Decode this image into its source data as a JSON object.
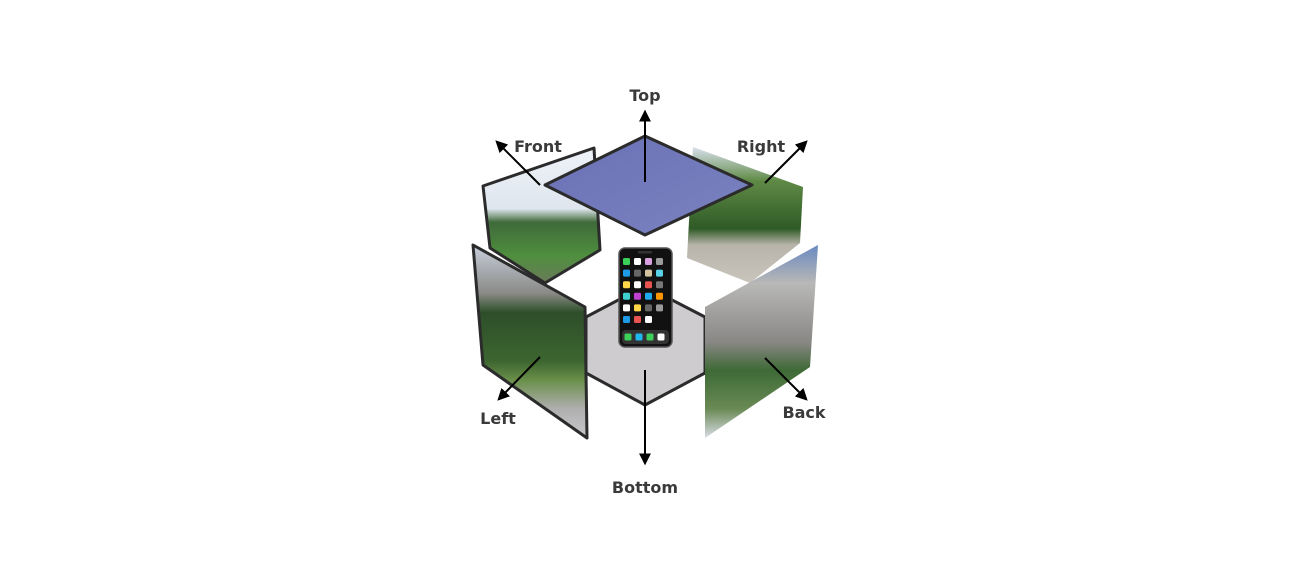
{
  "labels": {
    "top": "Top",
    "front": "Front",
    "right": "Right",
    "left": "Left",
    "back": "Back",
    "bottom": "Bottom"
  },
  "faces": {
    "top": {
      "image": "sky",
      "color": "#7077b8"
    },
    "bottom": {
      "image": "pavement",
      "color": "#cfcccf"
    },
    "front": {
      "image": "gothic-monument-in-park"
    },
    "right": {
      "image": "tree-lined-gravel-path"
    },
    "left": {
      "image": "buildings-and-hedge-garden"
    },
    "back": {
      "image": "gothic-church-with-flowers"
    }
  },
  "center_icon": "smartphone-icon",
  "phone_app_colors": [
    [
      "#3ccf5a",
      "#ffffff",
      "#d9a0e0",
      "#9a9a9a"
    ],
    [
      "#1e9be8",
      "#666666",
      "#d3c4a0",
      "#5ad3e8"
    ],
    [
      "#ffd84a",
      "#ffffff",
      "#e85550",
      "#777777"
    ],
    [
      "#3ecfcf",
      "#c040d0",
      "#20aaf0",
      "#ff9500"
    ],
    [
      "#ffffff",
      "#ffd84a",
      "#666666",
      "#999999"
    ],
    [
      "#1e9be8",
      "#e85550",
      "#ffffff"
    ]
  ],
  "phone_dock_colors": [
    "#3ccf5a",
    "#20b8f0",
    "#3ccf5a",
    "#ffffff"
  ]
}
